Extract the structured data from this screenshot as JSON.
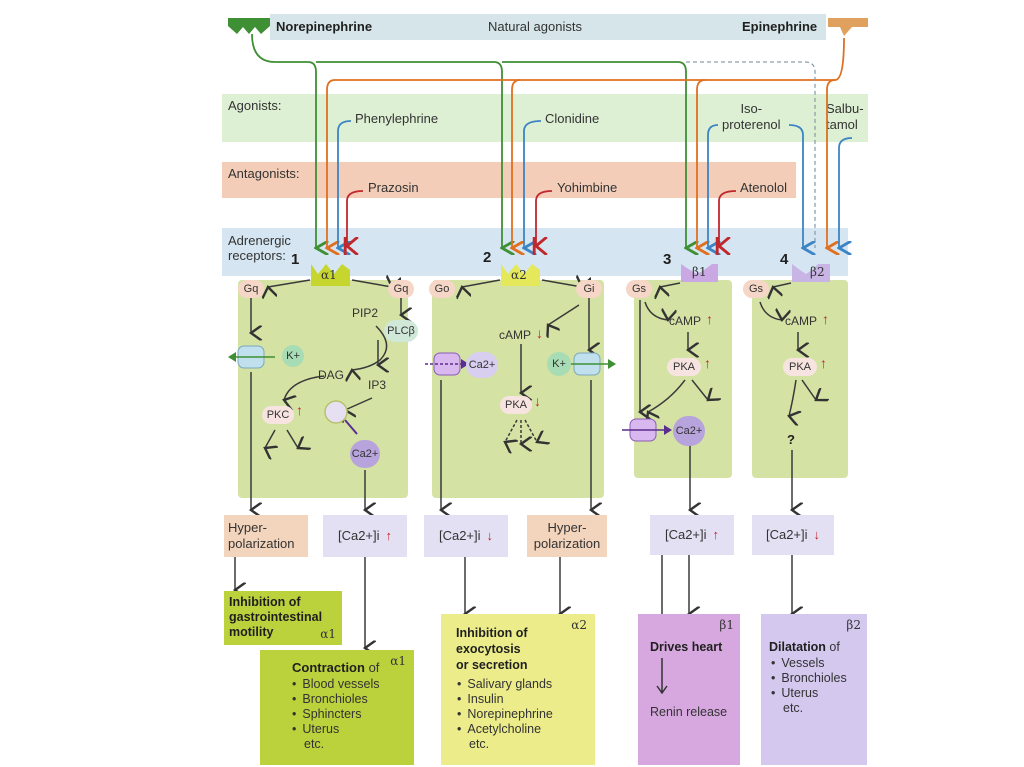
{
  "natural_agonists": {
    "left": "Norepinephrine",
    "center": "Natural agonists",
    "right": "Epinephrine"
  },
  "agonists": {
    "label": "Agonists:",
    "items": [
      "Phenylephrine",
      "Clonidine",
      "Iso-\nproterenol",
      "Salbu-\ntamol"
    ]
  },
  "antagonists": {
    "label": "Antagonists:",
    "items": [
      "Prazosin",
      "Yohimbine",
      "Atenolol"
    ]
  },
  "receptors": {
    "label": "Adrenergic\nreceptors:",
    "items": [
      {
        "number": "1",
        "name": "α1",
        "g_left": "Gq",
        "g_right": "Gq"
      },
      {
        "number": "2",
        "name": "α2",
        "g_left": "Go",
        "g_right": "Gi"
      },
      {
        "number": "3",
        "name": "β1",
        "g_left": "Gs"
      },
      {
        "number": "4",
        "name": "β2",
        "g_left": "Gs"
      }
    ]
  },
  "cell1": {
    "pip2": "PIP2",
    "plc": "PLCβ",
    "dag": "DAG",
    "ip3": "IP3",
    "pkc": "PKC",
    "k": "K+",
    "ca": "Ca2+"
  },
  "cell2": {
    "camp": "cAMP",
    "pka": "PKA",
    "k": "K+",
    "ca": "Ca2+"
  },
  "cell3": {
    "camp": "cAMP",
    "pka": "PKA",
    "ca": "Ca2+"
  },
  "cell4": {
    "camp": "cAMP",
    "pka": "PKA",
    "unknown": "?"
  },
  "outcomes": {
    "hyper1": "Hyper-\npolarization",
    "ca_up_1": "[Ca2+]i",
    "ca_down_2": "[Ca2+]i",
    "hyper2": "Hyper-\npolarization",
    "ca_up_3": "[Ca2+]i",
    "ca_down_4": "[Ca2+]i"
  },
  "effects": {
    "gi_motility": {
      "title": "Inhibition of\ngastrointestinal\nmotility",
      "tag": "α1"
    },
    "contraction": {
      "title": "Contraction",
      "suffix": " of",
      "tag": "α1",
      "items": [
        "Blood vessels",
        "Bronchioles",
        "Sphincters",
        "Uterus"
      ],
      "etc": "etc."
    },
    "exocytosis": {
      "title": "Inhibition of\nexocytosis\nor secretion",
      "tag": "α2",
      "items": [
        "Salivary glands",
        "Insulin",
        "Norepinephrine",
        "Acetylcholine"
      ],
      "etc": "etc."
    },
    "heart": {
      "title": "Drives heart",
      "tag": "β1",
      "sub": "Renin release"
    },
    "dilatation": {
      "title": "Dilatation",
      "suffix": " of",
      "tag": "β2",
      "items": [
        "Vessels",
        "Bronchioles",
        "Uterus"
      ],
      "etc": "etc."
    }
  },
  "colors": {
    "norepinephrine": "#3f8f35",
    "epinephrine": "#e0a15f",
    "agonist_line": "#3c84c4",
    "antagonist_line": "#c0282d",
    "orange_line": "#e07020",
    "agonist_band": "#def0d4",
    "antagonist_band": "#f3cdb8",
    "receptor_band": "#d5e6f2",
    "cell": "#d4e2a4"
  }
}
